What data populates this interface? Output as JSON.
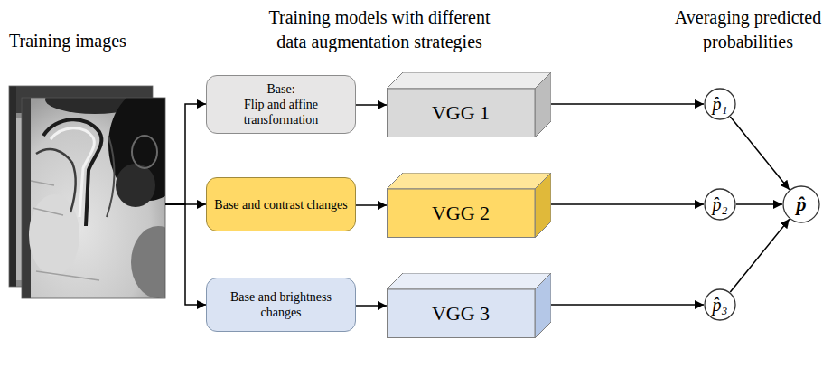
{
  "diagram": {
    "nodes": [
      {
        "text": [
          "Training images"
        ]
      },
      {
        "text": [
          "Base:",
          "Flip and affine transformation"
        ]
      },
      {
        "text": [
          "VGG 1"
        ]
      },
      {
        "text": [
          "p̂₁"
        ]
      },
      {
        "text": [
          "Base and contrast changes"
        ]
      },
      {
        "text": [
          "VGG 2"
        ]
      },
      {
        "text": [
          "p̂₂"
        ]
      },
      {
        "text": [
          "Base and brightness changes"
        ]
      },
      {
        "text": [
          "VGG 3"
        ]
      },
      {
        "text": [
          "p̂₃"
        ]
      },
      {
        "text": [
          "p̂"
        ]
      }
    ],
    "edges": [
      {
        "from": 0,
        "to": 1,
        "arrow": "to"
      },
      {
        "from": 0,
        "to": 4,
        "arrow": "to"
      },
      {
        "from": 0,
        "to": 7,
        "arrow": "to"
      },
      {
        "from": 1,
        "to": 2,
        "arrow": "to"
      },
      {
        "from": 2,
        "to": 3,
        "arrow": "to"
      },
      {
        "from": 4,
        "to": 5,
        "arrow": "to"
      },
      {
        "from": 5,
        "to": 6,
        "arrow": "to"
      },
      {
        "from": 7,
        "to": 8,
        "arrow": "to"
      },
      {
        "from": 8,
        "to": 9,
        "arrow": "to"
      },
      {
        "from": 3,
        "to": 10,
        "arrow": "to"
      },
      {
        "from": 6,
        "to": 10,
        "arrow": "to"
      },
      {
        "from": 9,
        "to": 10,
        "arrow": "to"
      }
    ],
    "labels": [
      "Training models with different data augmentation strategies",
      "Averaging predicted probabilities"
    ]
  }
}
